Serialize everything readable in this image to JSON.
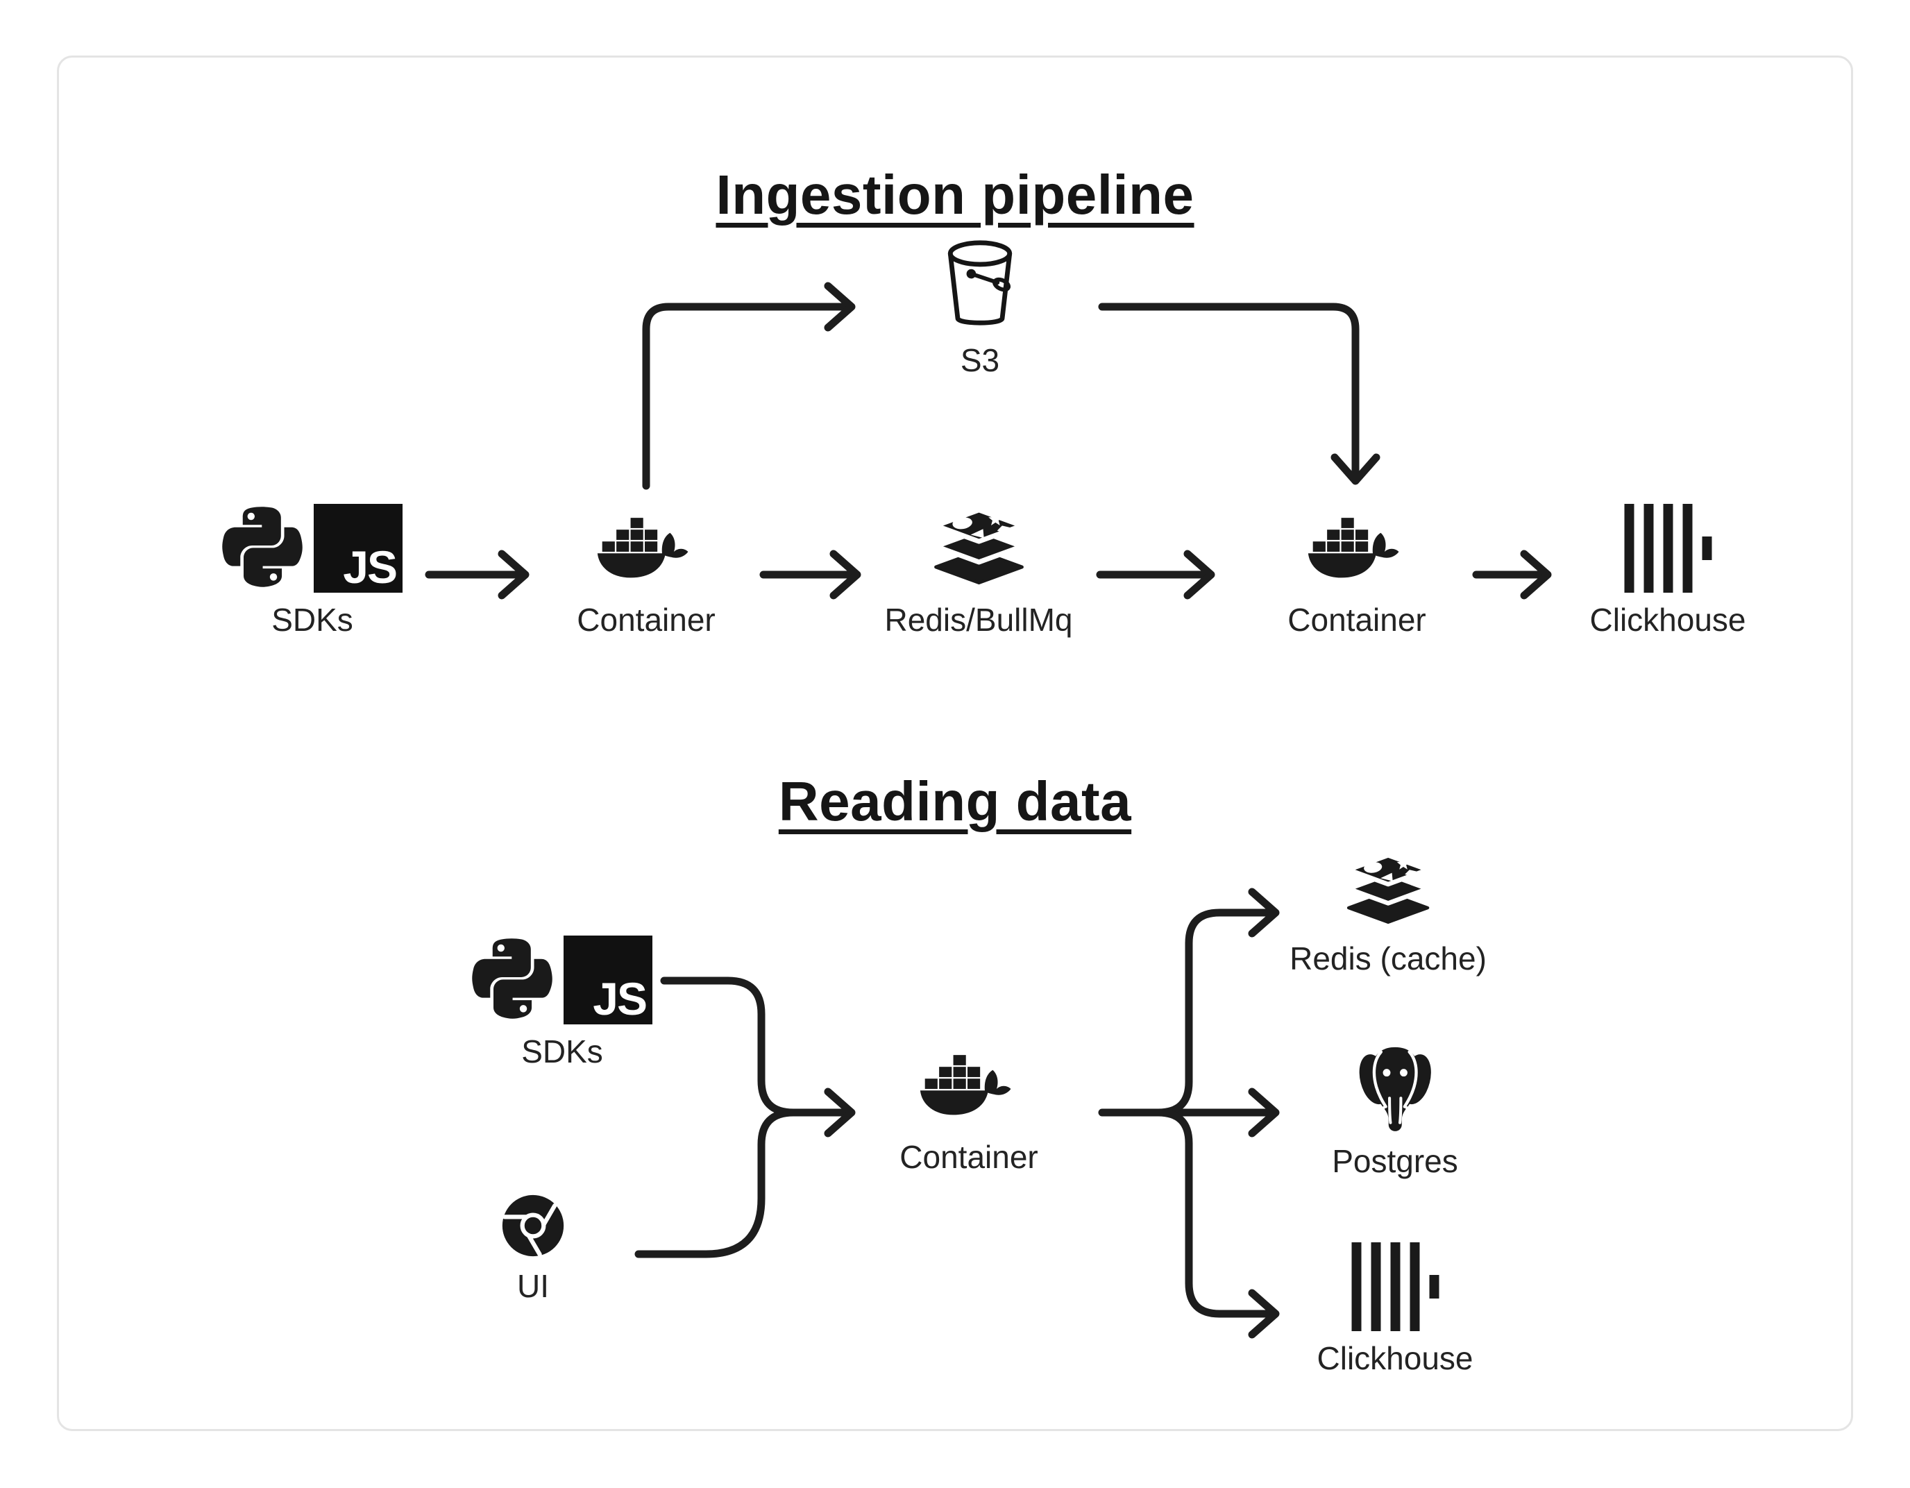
{
  "page": {
    "background": "#ffffff",
    "card_border": "#e4e4e4",
    "ink": "#1d1d1d"
  },
  "icons": {
    "javascript_badge_text": "JS"
  },
  "diagram": {
    "sections": [
      {
        "title": "Ingestion pipeline",
        "nodes": [
          {
            "label": "SDKs",
            "icons": [
              "python-icon",
              "javascript-icon"
            ]
          },
          {
            "label": "Container",
            "icons": [
              "docker-icon"
            ]
          },
          {
            "label": "S3",
            "icons": [
              "s3-bucket-icon"
            ]
          },
          {
            "label": "Redis/BullMq",
            "icons": [
              "redis-icon"
            ]
          },
          {
            "label": "Container",
            "icons": [
              "docker-icon"
            ]
          },
          {
            "label": "Clickhouse",
            "icons": [
              "clickhouse-icon"
            ]
          }
        ],
        "edges": [
          {
            "from": "SDKs",
            "to": "Container"
          },
          {
            "from": "Container",
            "to": "S3"
          },
          {
            "from": "Container",
            "to": "Redis/BullMq"
          },
          {
            "from": "Redis/BullMq",
            "to": "Container"
          },
          {
            "from": "S3",
            "to": "Container"
          },
          {
            "from": "Container",
            "to": "Clickhouse"
          }
        ]
      },
      {
        "title": "Reading data",
        "nodes": [
          {
            "label": "SDKs",
            "icons": [
              "python-icon",
              "javascript-icon"
            ]
          },
          {
            "label": "UI",
            "icons": [
              "chrome-icon"
            ]
          },
          {
            "label": "Container",
            "icons": [
              "docker-icon"
            ]
          },
          {
            "label": "Redis (cache)",
            "icons": [
              "redis-icon"
            ]
          },
          {
            "label": "Postgres",
            "icons": [
              "postgres-icon"
            ]
          },
          {
            "label": "Clickhouse",
            "icons": [
              "clickhouse-icon"
            ]
          }
        ],
        "edges": [
          {
            "from": "SDKs",
            "to": "Container"
          },
          {
            "from": "UI",
            "to": "Container"
          },
          {
            "from": "Container",
            "to": "Redis (cache)"
          },
          {
            "from": "Container",
            "to": "Postgres"
          },
          {
            "from": "Container",
            "to": "Clickhouse"
          }
        ]
      }
    ]
  }
}
